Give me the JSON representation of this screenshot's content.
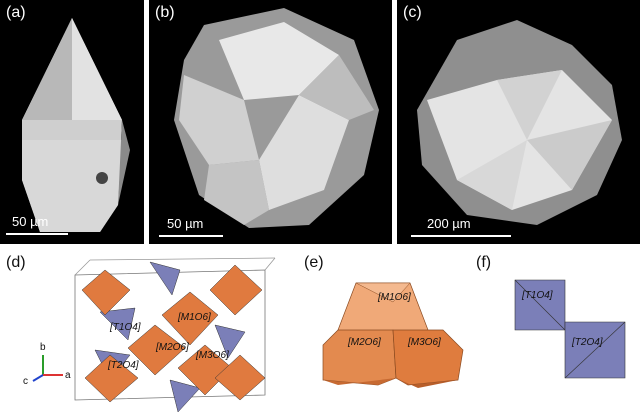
{
  "panels": {
    "a": {
      "label": "(a)",
      "scale": "50 µm"
    },
    "b": {
      "label": "(b)",
      "scale": "50 µm"
    },
    "c": {
      "label": "(c)",
      "scale": "200 µm"
    },
    "d": {
      "label": "(d)",
      "sites": [
        "[T1O4]",
        "[M1O6]",
        "[M2O6]",
        "[T2O4]",
        "[M3O6]"
      ],
      "axes": [
        "b",
        "c",
        "a"
      ]
    },
    "e": {
      "label": "(e)",
      "sites": [
        "[M1O6]",
        "[M2O6]",
        "[M3O6]"
      ]
    },
    "f": {
      "label": "(f)",
      "sites": [
        "[T1O4]",
        "[T2O4]"
      ]
    }
  },
  "colors": {
    "octahedron": "#e07a3f",
    "tetrahedron": "#7b7fb8",
    "background_sem": "#000000"
  }
}
